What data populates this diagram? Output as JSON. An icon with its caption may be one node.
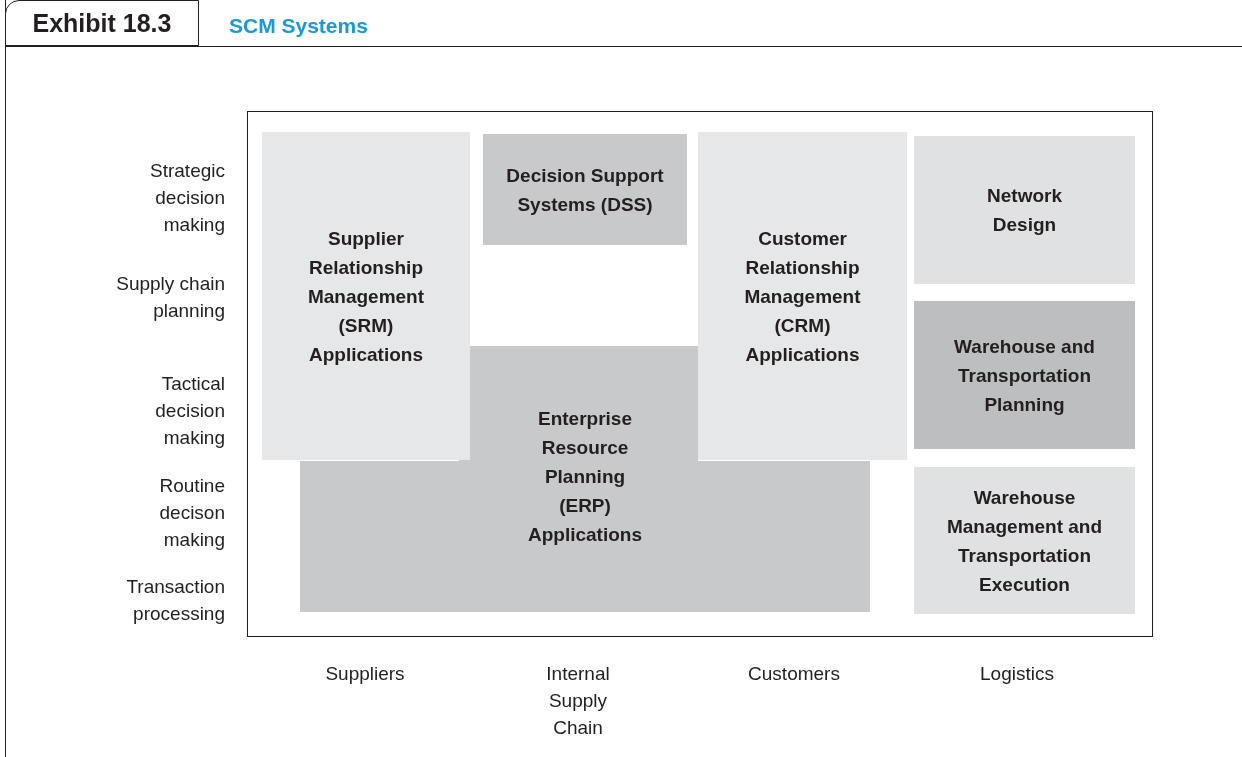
{
  "diagram": {
    "title": "SCM Systems",
    "nodes": [
      {
        "text": [],
        "shape": "box"
      },
      {
        "text": [
          "Supplier Relationship Management (SRM) Applications"
        ],
        "in": 0
      },
      {
        "text": [
          "Decision Support Systems (DSS)"
        ],
        "in": 0
      },
      {
        "text": [
          "Customer Relationship Management (CRM) Applications"
        ],
        "in": 0
      },
      {
        "text": [
          "Network Design"
        ],
        "in": 0
      },
      {
        "text": [
          "Warehouse and Transportation Planning"
        ],
        "in": 0
      },
      {
        "text": [
          "Enterprise Resource Planning (ERP) Applications"
        ],
        "in": 0
      },
      {
        "text": [
          "Warehouse Management and Transportation Execution"
        ],
        "in": 0
      }
    ],
    "edges": [],
    "labels": [
      "Exhibit 18.3",
      "Strategic decision making",
      "Supply chain planning",
      "Tactical decision making",
      "Routine decison making",
      "Transaction processing",
      "Suppliers",
      "Internal Supply Chain",
      "Customers",
      "Logistics"
    ]
  }
}
